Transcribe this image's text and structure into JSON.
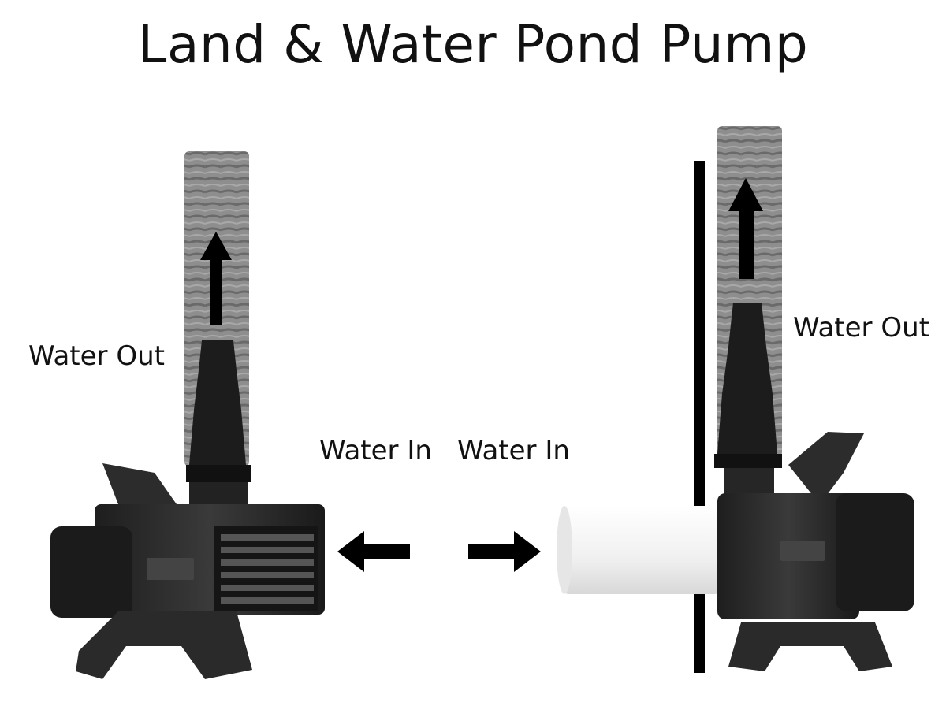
{
  "title": "Land & Water Pond Pump",
  "labels": {
    "left_water_out": "Water Out",
    "left_water_in": "Water In",
    "right_water_in": "Water In",
    "right_water_out": "Water Out"
  },
  "colors": {
    "pump_body": "#2a2a2a",
    "hose": "#8c8c8c",
    "pipe": "#f2f2f2",
    "arrow": "#000000"
  }
}
